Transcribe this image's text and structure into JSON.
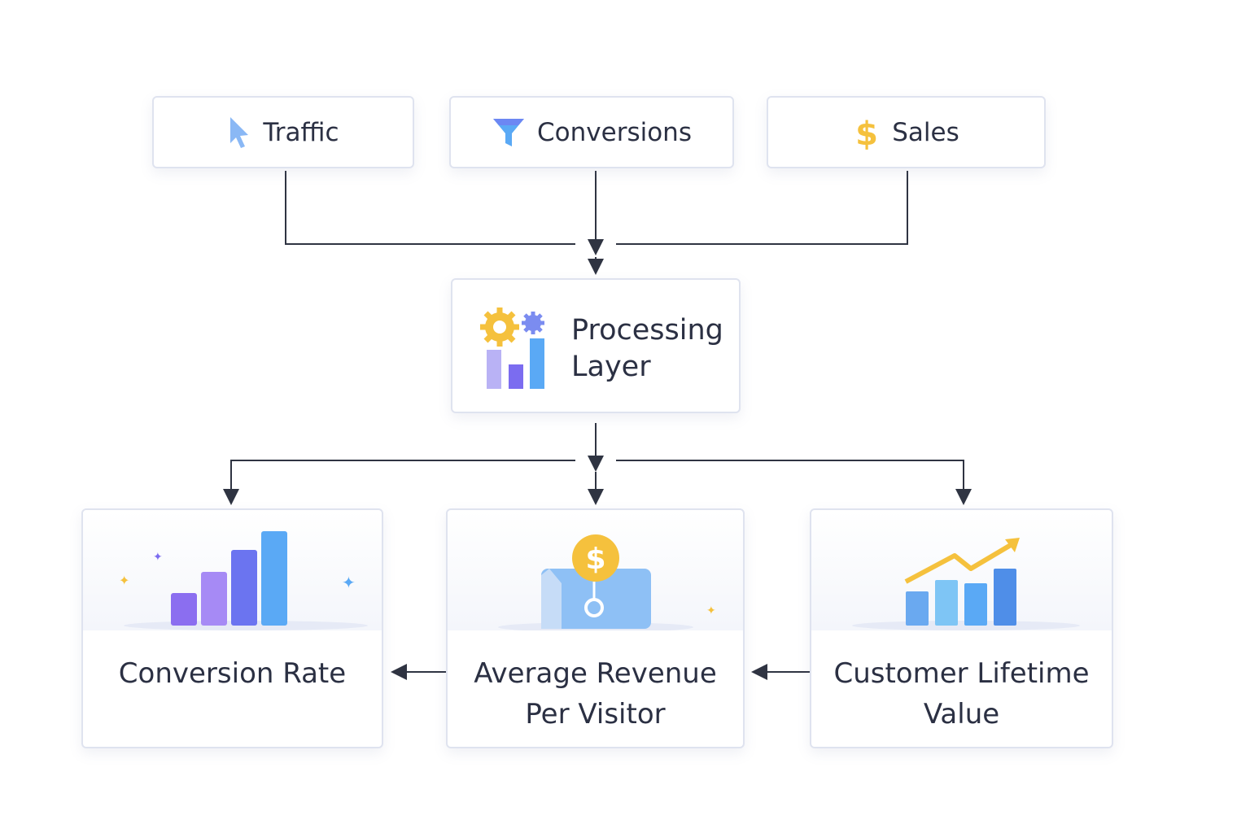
{
  "inputs": {
    "traffic": {
      "label": "Traffic",
      "icon": "cursor-icon"
    },
    "conversions": {
      "label": "Conversions",
      "icon": "funnel-icon"
    },
    "sales": {
      "label": "Sales",
      "icon": "dollar-icon"
    }
  },
  "processing": {
    "label": "Processing Layer",
    "icon": "gears-chart-icon"
  },
  "outputs": {
    "conversion_rate": {
      "label": "Conversion Rate",
      "icon": "bar-chart-icon"
    },
    "arpv": {
      "label": "Average Revenue\nPer Visitor",
      "icon": "coin-wallet-icon"
    },
    "clv": {
      "label": "Customer Lifetime\nValue",
      "icon": "trend-chart-icon"
    }
  },
  "colors": {
    "line": "#2f3442",
    "accent_blue": "#5aa9f5",
    "accent_purple": "#7b6cf0",
    "accent_gold": "#f5c13d",
    "text": "#2b3043"
  }
}
